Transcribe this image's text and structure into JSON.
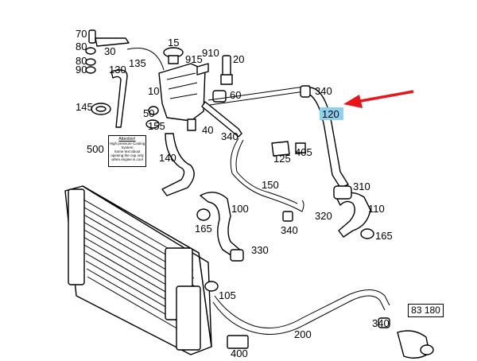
{
  "labels": {
    "l70": "70",
    "l30": "30",
    "l80a": "80",
    "l80b": "80",
    "l90": "90",
    "l130": "130",
    "l135": "135",
    "l15": "15",
    "l915": "915",
    "l910": "910",
    "l20": "20",
    "l10": "10",
    "l60": "60",
    "l145": "145",
    "l50": "50",
    "l155": "155",
    "l40": "40",
    "l340a": "340",
    "l340b": "340",
    "l405": "405",
    "l125": "125",
    "l500": "500",
    "l140": "140",
    "l150": "150",
    "l100": "100",
    "l165a": "165",
    "l340c": "340",
    "l330": "330",
    "l105": "105",
    "l310": "310",
    "l320": "320",
    "l110": "110",
    "l165b": "165",
    "l200": "200",
    "l400": "400",
    "l340d": "340"
  },
  "highlight": {
    "text": "120",
    "color": "#8fd0ef"
  },
  "callout": {
    "text": "83 180"
  },
  "warning_card": {
    "title": "Attention!",
    "line1": "High pressure Cooling",
    "line2": "System",
    "body": "Some text about opening the cap only when engine is cool"
  },
  "arrow": {
    "color": "#e8161b"
  }
}
